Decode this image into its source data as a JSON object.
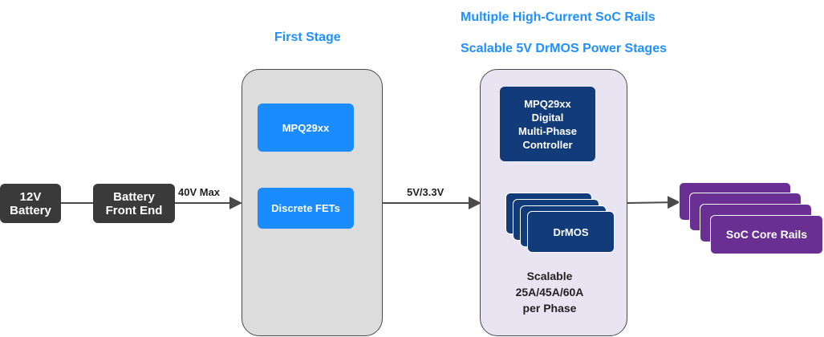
{
  "headings": {
    "first_stage": "First Stage",
    "soc_rails": "Multiple High-Current SoC Rails",
    "drmos_stages": "Scalable 5V DrMOS Power Stages"
  },
  "blocks": {
    "battery": "12V\nBattery",
    "front_end": "Battery\nFront End",
    "mpq_first": "MPQ29xx",
    "discrete_fets": "Discrete FETs",
    "controller": "MPQ29xx\nDigital\nMulti-Phase\nController",
    "drmos": "DrMOS",
    "soc_core": "SoC Core Rails"
  },
  "labels": {
    "max_voltage": "40V Max",
    "rail_voltage": "5V/3.3V",
    "scalable_note": "Scalable\n25A/45A/60A\nper Phase"
  },
  "colors": {
    "heading": "#1e90ff",
    "dark_block": "#3a3a3a",
    "blue_block": "#1a8cff",
    "navy_block": "#123b7a",
    "purple_block": "#6a2f93",
    "gray_panel": "#dcdcdc",
    "lavender_panel": "#e8e4f2"
  }
}
